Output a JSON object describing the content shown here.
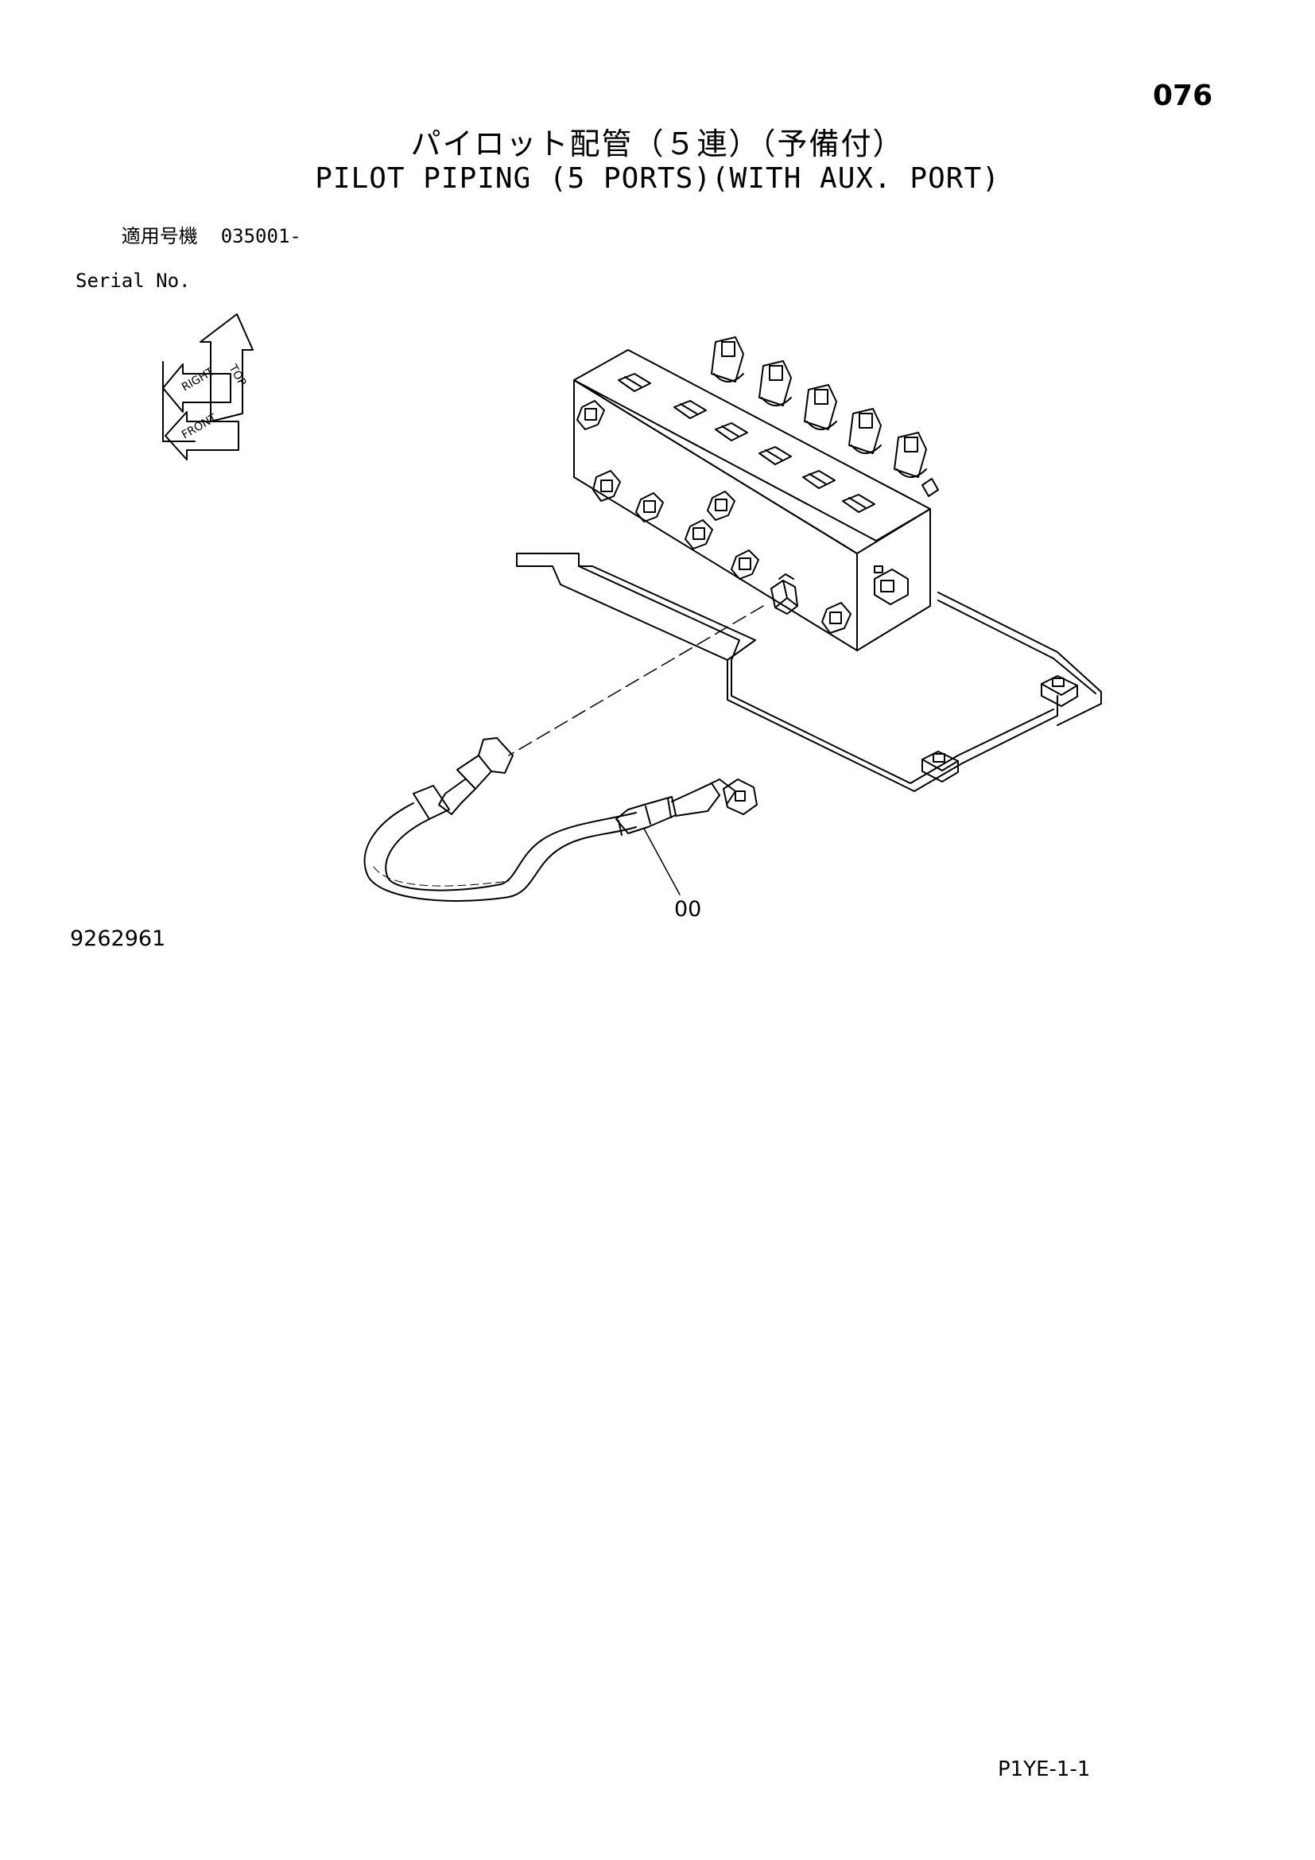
{
  "header": {
    "page_number": "076",
    "title_jp": "パイロット配管（５連）（予備付）",
    "title_en": "PILOT PIPING (5 PORTS)(WITH AUX. PORT)"
  },
  "serial": {
    "label_jp": "適用号機",
    "value": "035001-",
    "label_en": "Serial No."
  },
  "orientation_icon": {
    "labels": [
      "TOP",
      "RIGHT",
      "FRONT"
    ]
  },
  "callouts": [
    {
      "label": "00"
    }
  ],
  "footer": {
    "drawing_number": "9262961",
    "sheet_id": "P1YE-1-1"
  }
}
